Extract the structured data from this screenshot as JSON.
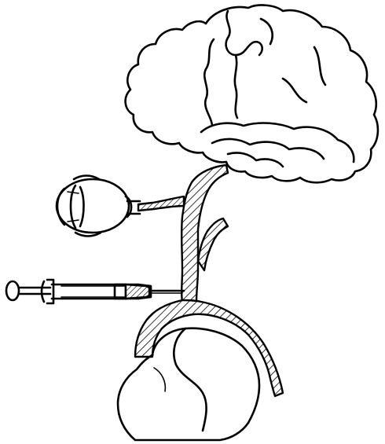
{
  "figure": {
    "ink_color": "#000000",
    "background_color": "#ffffff",
    "parts": [
      {
        "key": "brain",
        "icon": "brain-outline"
      },
      {
        "key": "eye",
        "icon": "eyeball-with-optic-nerve"
      },
      {
        "key": "syringe",
        "icon": "syringe-injecting-artery"
      },
      {
        "key": "heart",
        "icon": "heart-outline"
      },
      {
        "key": "vessels",
        "icon": "hatched-blood-vessels"
      }
    ]
  }
}
